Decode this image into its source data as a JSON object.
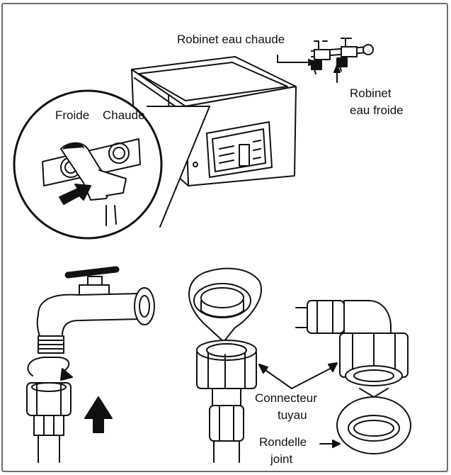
{
  "labels": {
    "hot_tap": "Robinet eau chaude",
    "cold_tap_line1": "Robinet",
    "cold_tap_line2": "eau froide",
    "cold_inlet": "Froide",
    "hot_inlet": "Chaude",
    "connector_line1": "Connecteur",
    "connector_line2": "tuyau",
    "washer_line1": "Rondelle",
    "washer_line2": "joint"
  },
  "colors": {
    "ink": "#111111",
    "frame": "#6e6e6e",
    "background": "#ffffff"
  }
}
